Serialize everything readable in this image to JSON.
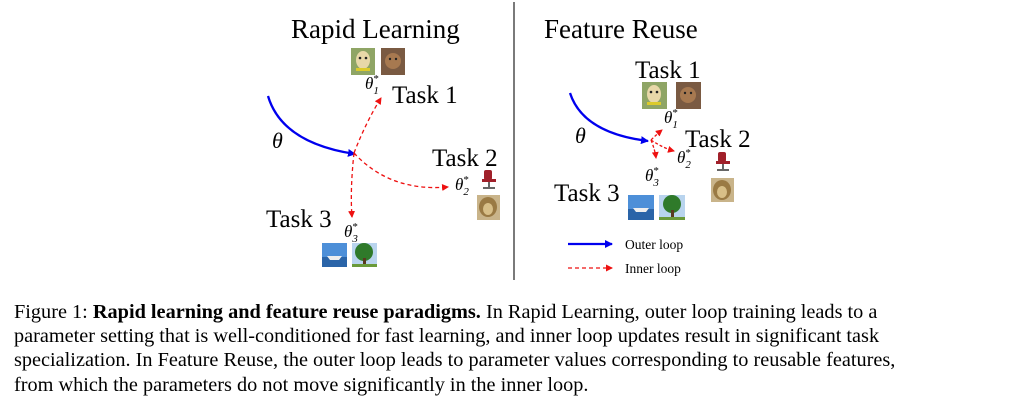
{
  "figure": {
    "left_panel": {
      "title": "Rapid Learning",
      "theta": "θ",
      "tasks": [
        {
          "label": "Task 1",
          "param": "θ",
          "sub": "1",
          "sup": "*"
        },
        {
          "label": "Task 2",
          "param": "θ",
          "sub": "2",
          "sup": "*"
        },
        {
          "label": "Task 3",
          "param": "θ",
          "sub": "3",
          "sup": "*"
        }
      ]
    },
    "right_panel": {
      "title": "Feature Reuse",
      "theta": "θ",
      "tasks": [
        {
          "label": "Task 1",
          "param": "θ",
          "sub": "1",
          "sup": "*"
        },
        {
          "label": "Task 2",
          "param": "θ",
          "sub": "2",
          "sup": "*"
        },
        {
          "label": "Task 3",
          "param": "θ",
          "sub": "3",
          "sup": "*"
        }
      ]
    },
    "legend": {
      "outer_loop": "Outer loop",
      "inner_loop": "Inner loop"
    },
    "thumbnails": {
      "task1": [
        "dog",
        "cat"
      ],
      "task2": [
        "chair",
        "lion"
      ],
      "task3": [
        "boat",
        "tree"
      ]
    },
    "colors": {
      "outer_loop": "#0000ee",
      "inner_loop": "#ee1111",
      "divider": "#333333"
    }
  },
  "caption": {
    "prefix": "Figure 1: ",
    "bold": "Rapid learning and feature reuse paradigms.",
    "line1_rest": " In Rapid Learning, outer loop training leads to a",
    "line2": "parameter setting that is well-conditioned for fast learning, and inner loop updates result in significant task",
    "line3": "specialization. In Feature Reuse, the outer loop leads to parameter values corresponding to reusable features,",
    "line4": "from which the parameters do not move significantly in the inner loop."
  }
}
